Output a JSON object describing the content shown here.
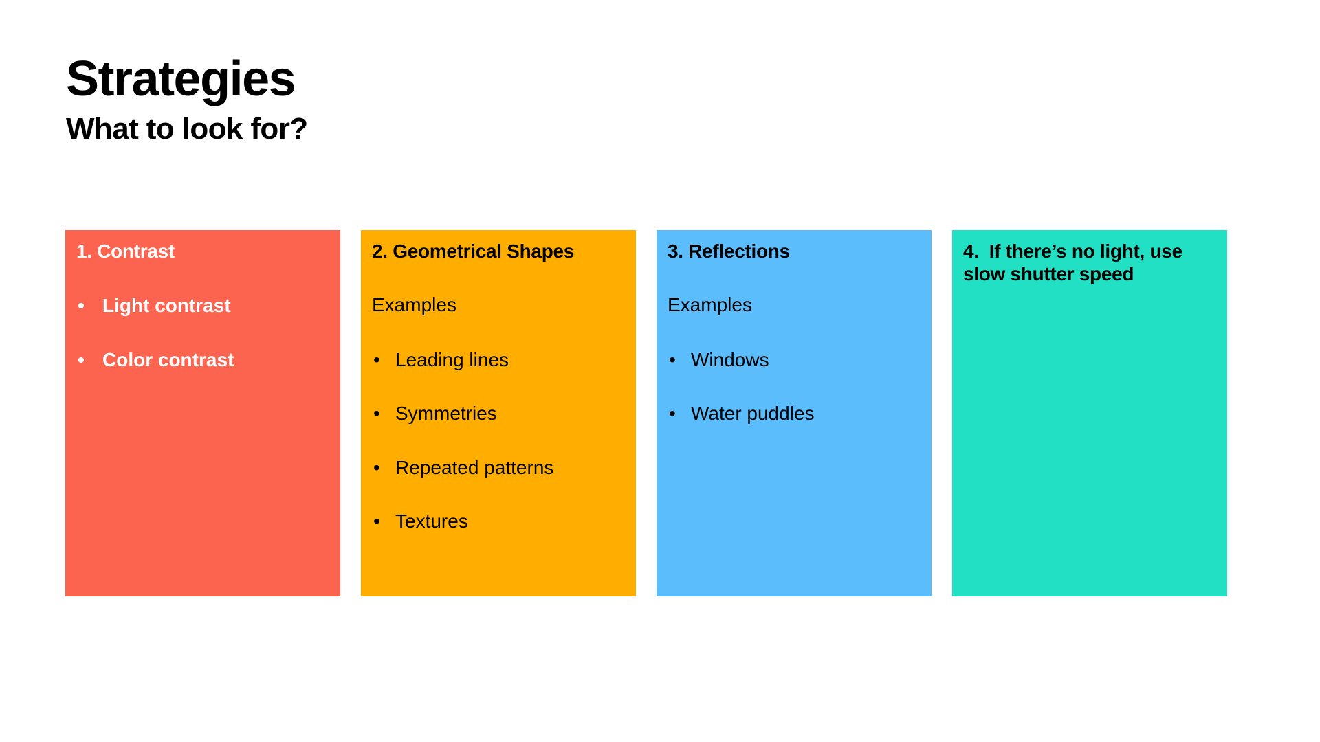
{
  "slide": {
    "title": "Strategies",
    "subtitle": "What to look for?",
    "background_color": "#ffffff"
  },
  "cards": [
    {
      "id": "contrast",
      "heading": "1. Contrast",
      "color": "#FC6450",
      "text_color": "#ffffff",
      "sublabel": null,
      "bullets": [
        "Light contrast",
        "Color contrast"
      ],
      "bullet_glyph": "•"
    },
    {
      "id": "geometrical-shapes",
      "heading": "2. Geometrical Shapes",
      "color": "#FFAE00",
      "text_color": "#000000",
      "sublabel": "Examples",
      "bullets": [
        "Leading lines",
        "Symmetries",
        "Repeated patterns",
        "Textures"
      ],
      "bullet_glyph": "•"
    },
    {
      "id": "reflections",
      "heading": "3. Reflections",
      "color": "#5BBDFC",
      "text_color": "#000000",
      "sublabel": "Examples",
      "bullets": [
        "Windows",
        "Water puddles"
      ],
      "bullet_glyph": "•"
    },
    {
      "id": "slow-shutter-speed",
      "heading": "4.  If there’s no light, use slow shutter speed",
      "color": "#22E0C4",
      "text_color": "#000000",
      "sublabel": null,
      "bullets": [],
      "bullet_glyph": "•"
    }
  ]
}
